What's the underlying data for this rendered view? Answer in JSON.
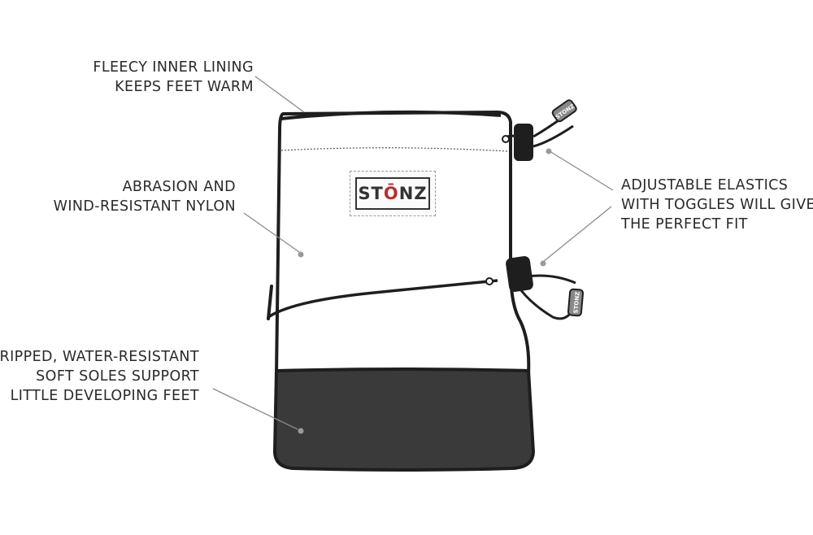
{
  "brand": {
    "logo_text": "STONZ",
    "logo_prefix": "ST",
    "logo_o": "Ō",
    "logo_suffix": "NZ",
    "accent_color": "#b8302f",
    "sole_color": "#3a3a3a",
    "outline_color": "#1e1e1e",
    "toggle_tag_text": "STONZ"
  },
  "callouts": {
    "lining": {
      "lines": [
        "FLEECY INNER LINING",
        "KEEPS FEET WARM"
      ]
    },
    "nylon": {
      "lines": [
        "ABRASION AND",
        "WIND-RESISTANT NYLON"
      ]
    },
    "soles": {
      "lines": [
        "GRIPPED, WATER-RESISTANT",
        "SOFT SOLES SUPPORT",
        "LITTLE DEVELOPING FEET"
      ]
    },
    "elastics": {
      "lines": [
        "ADJUSTABLE ELASTICS",
        "WITH TOGGLES WILL GIVE",
        "THE PERFECT FIT"
      ]
    }
  }
}
